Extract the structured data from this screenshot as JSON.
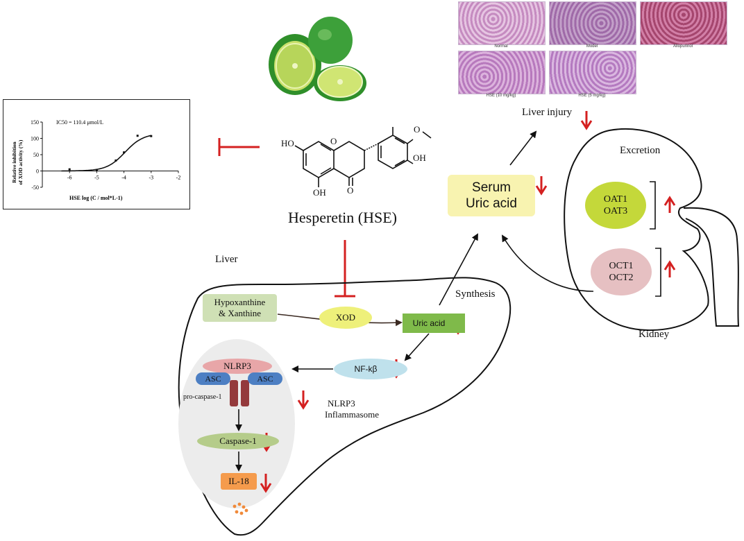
{
  "colors": {
    "inhibit_red": "#d42020",
    "down_arrow_red": "#d42020",
    "serum_box": "#f8f3b0",
    "oat_green": "#c4d83a",
    "oct_pink": "#e6c0c2",
    "hx_box": "#cfe0b5",
    "xod_ellipse": "#eef07a",
    "uric_box": "#7fba4a",
    "nfkb_ellipse": "#bfe1ec",
    "nlrp3_ellipse": "#e8a6a8",
    "asc_blue": "#4d7fc3",
    "caspase_bar": "#943a3c",
    "caspase1_ellipse": "#b5cc8a",
    "il18_box": "#f59b4c",
    "inflammasome_bg": "#ececec",
    "histology_stain": "#b06ba7"
  },
  "histology": {
    "captions": [
      "Normal",
      "Model",
      "Allopurinol",
      "HSE (10 mg/kg)",
      "HSE (5 mg/kg)"
    ]
  },
  "liver_injury_label": "Liver injury",
  "excretion_label": "Excretion",
  "kidney_label": "Kidney",
  "serum": {
    "line1": "Serum",
    "line2": "Uric acid"
  },
  "oat": {
    "line1": "OAT1",
    "line2": "OAT3"
  },
  "oct": {
    "line1": "OCT1",
    "line2": "OCT2"
  },
  "compound": {
    "name": "Hesperetin (HSE)",
    "atoms": {
      "ho_left": "HO",
      "oh_right": "OH",
      "oh_bottom": "OH",
      "ring_o": "O",
      "ketone_o": "O",
      "methoxy_o": "O"
    },
    "fruit": "lime-halves"
  },
  "liver": {
    "label": "Liver",
    "synthesis_label": "Synthesis",
    "hx_line1": "Hypoxanthine",
    "hx_line2": "& Xanthine",
    "xod": "XOD",
    "uric_acid": "Uric acid",
    "nfkb": "NF-kβ",
    "nlrp3": "NLRP3",
    "asc": "ASC",
    "pro_caspase": "pro-caspase-1",
    "caspase1": "Caspase-1",
    "il18": "IL-18",
    "inflammasome_line1": "NLRP3",
    "inflammasome_line2": "Inflammasome"
  },
  "chart_data": {
    "type": "scatter",
    "annotation": "IC50 = 110.4 μmol/L",
    "xlabel": "HSE log (C / mol*L-1)",
    "ylabel_line1": "Relative inhibition",
    "ylabel_line2": "of XOD activity (%)",
    "xlim": [
      -7,
      -2
    ],
    "ylim": [
      -50,
      150
    ],
    "xticks": [
      "-6",
      "-5",
      "-4",
      "-3",
      "-2"
    ],
    "yticks": [
      "150",
      "100",
      "50",
      "0",
      "-50"
    ],
    "grid": false,
    "series": [
      {
        "points": [
          {
            "x": -6.0,
            "y": 5
          },
          {
            "x": -5.0,
            "y": 2
          },
          {
            "x": -4.3,
            "y": 32
          },
          {
            "x": -4.0,
            "y": 57
          },
          {
            "x": -3.5,
            "y": 108
          },
          {
            "x": -3.0,
            "y": 107
          }
        ]
      }
    ],
    "fit_curve": {
      "bottom": 0,
      "top": 115,
      "log_ec50": -3.96,
      "hill": 1.3
    }
  }
}
